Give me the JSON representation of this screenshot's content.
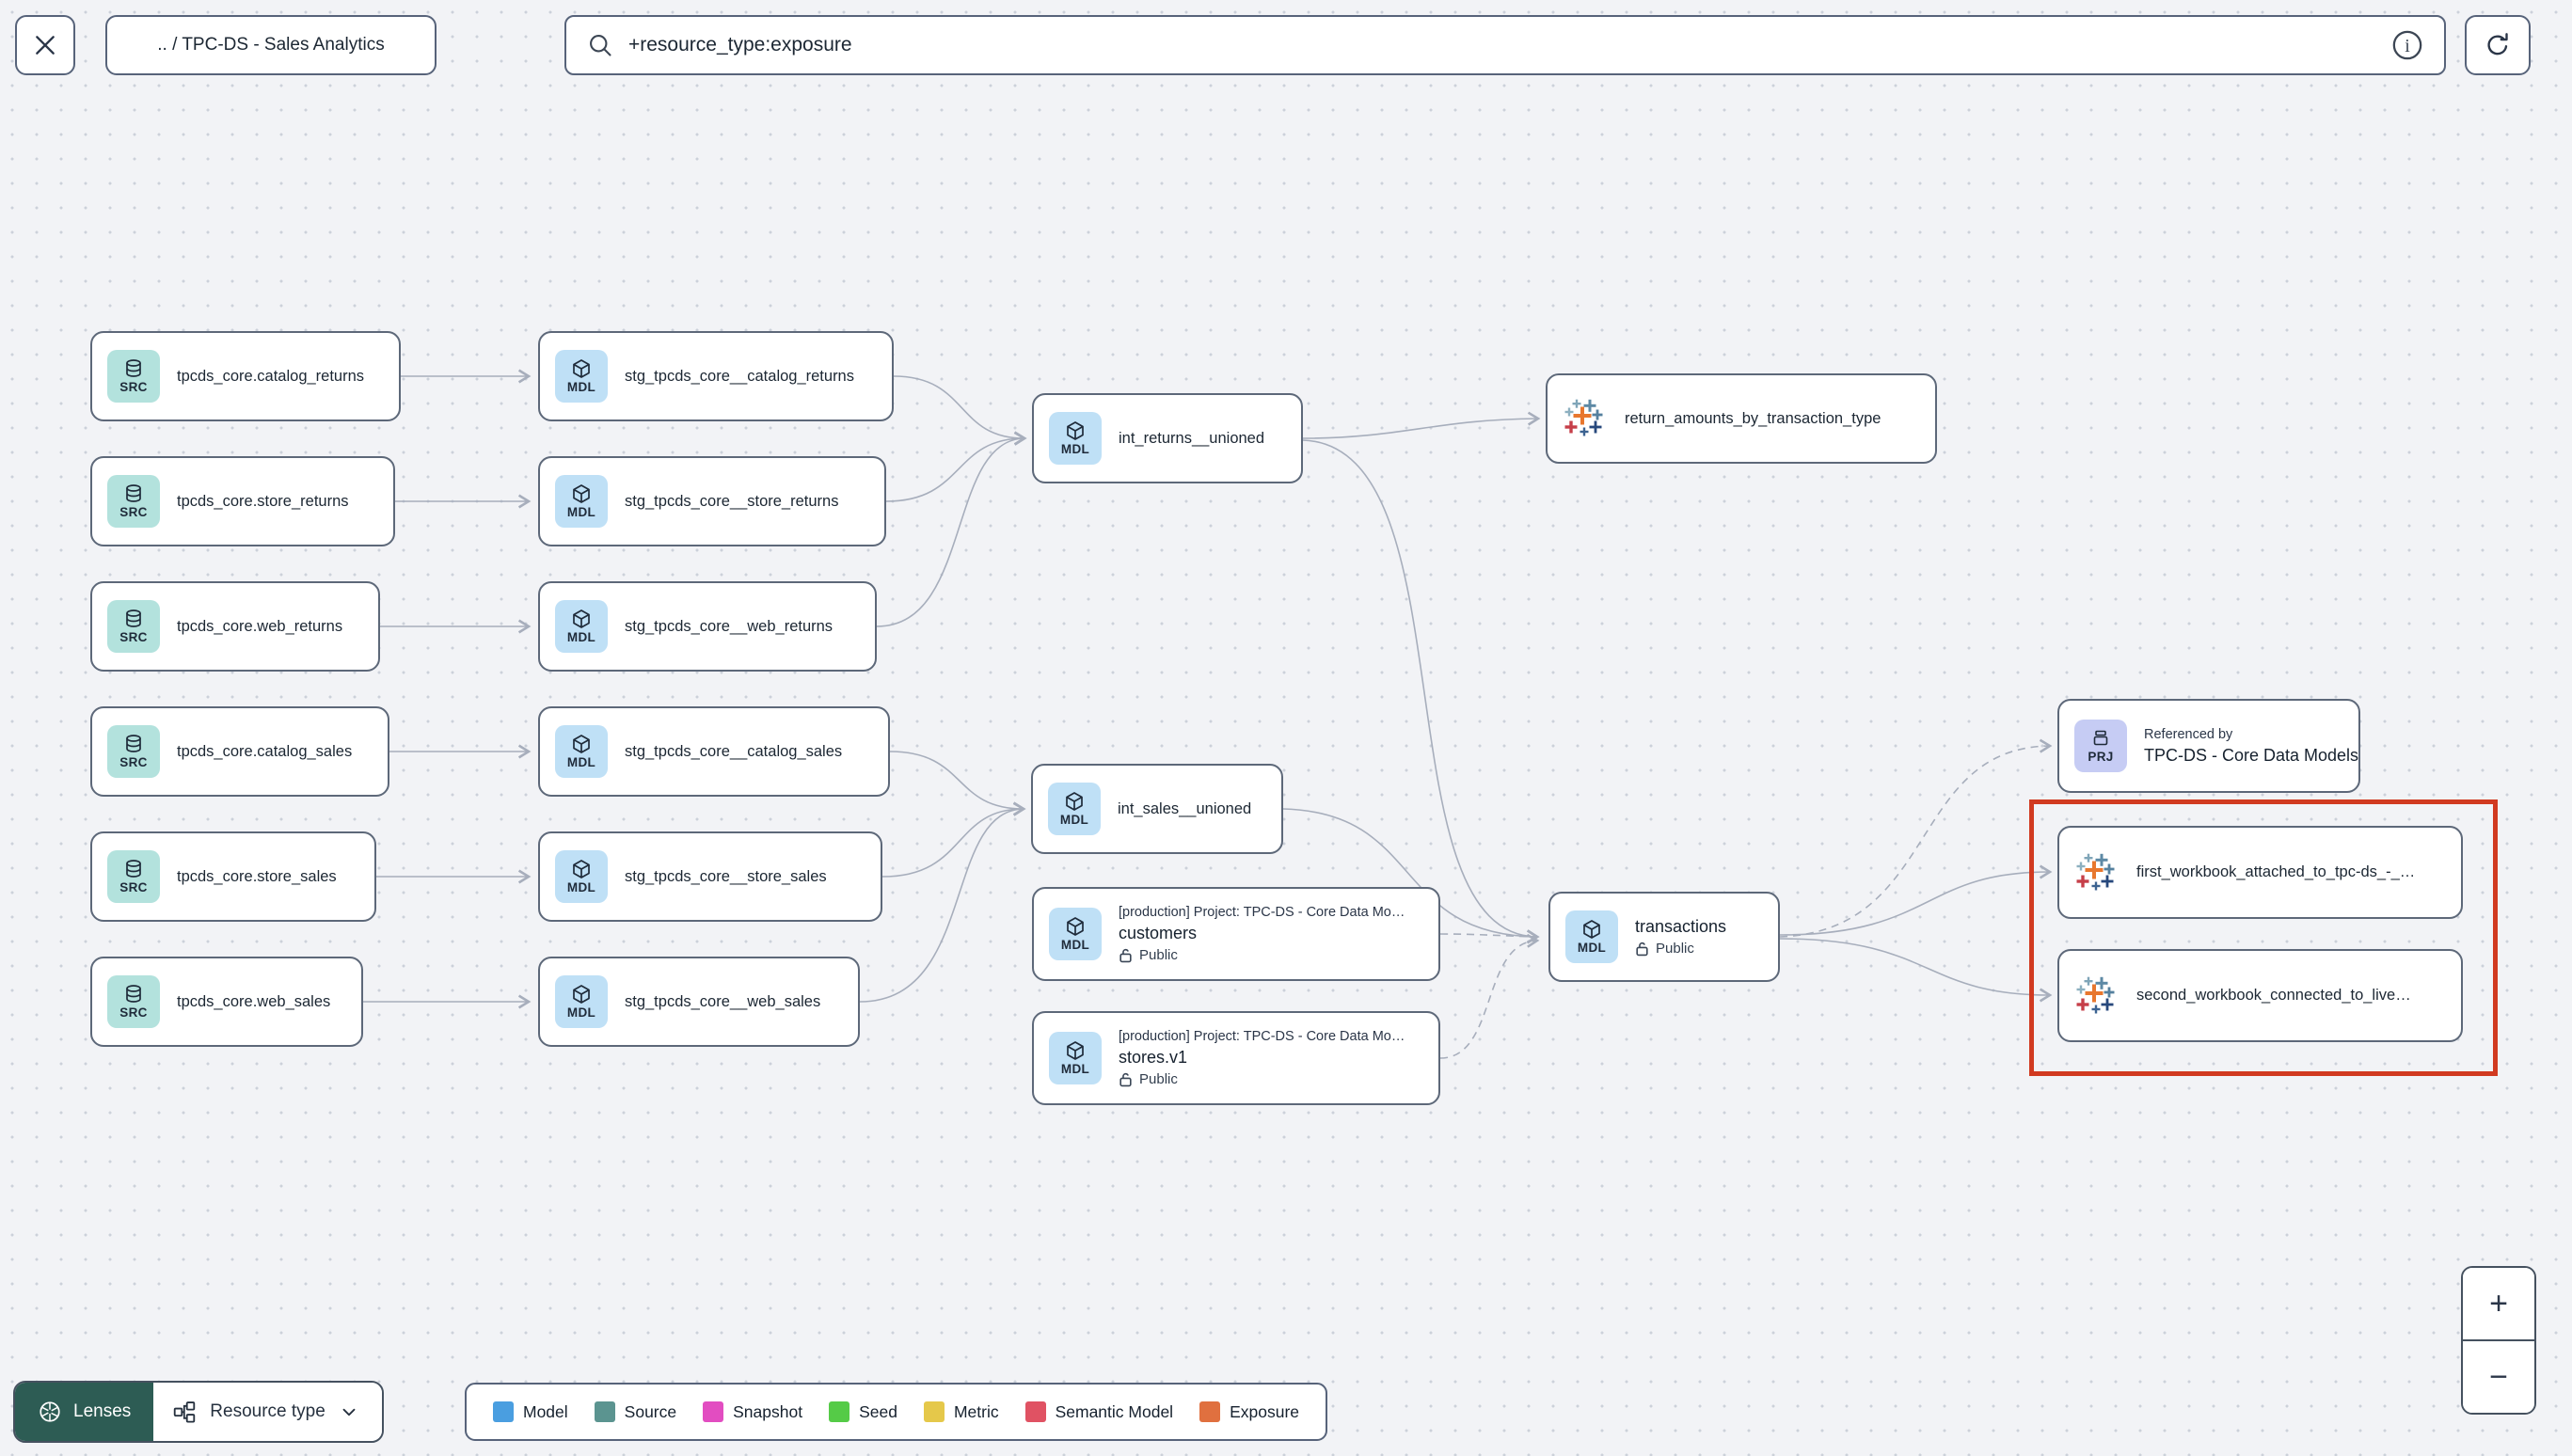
{
  "toolbar": {
    "breadcrumb": ".. / TPC-DS - Sales Analytics",
    "search_value": "+resource_type:exposure"
  },
  "badges": {
    "source": "SRC",
    "model": "MDL",
    "project": "PRJ"
  },
  "common": {
    "production_header": "[production] Project: TPC-DS - Core Data Mo…",
    "public_label": "Public",
    "referenced_by": "Referenced by"
  },
  "nodes": {
    "src": [
      "tpcds_core.catalog_returns",
      "tpcds_core.store_returns",
      "tpcds_core.web_returns",
      "tpcds_core.catalog_sales",
      "tpcds_core.store_sales",
      "tpcds_core.web_sales"
    ],
    "stg": [
      "stg_tpcds_core__catalog_returns",
      "stg_tpcds_core__store_returns",
      "stg_tpcds_core__web_returns",
      "stg_tpcds_core__catalog_sales",
      "stg_tpcds_core__store_sales",
      "stg_tpcds_core__web_sales"
    ],
    "int_returns": "int_returns__unioned",
    "int_sales": "int_sales__unioned",
    "customers": "customers",
    "stores": "stores.v1",
    "exposure_return": "return_amounts_by_transaction_type",
    "transactions": "transactions",
    "prj_name": "TPC-DS - Core Data Models",
    "workbook_1": "first_workbook_attached_to_tpc-ds_-_…",
    "workbook_2": "second_workbook_connected_to_live…"
  },
  "legend": {
    "items": [
      {
        "label": "Model",
        "color": "#4a9ee0"
      },
      {
        "label": "Source",
        "color": "#5b9490"
      },
      {
        "label": "Snapshot",
        "color": "#e24dc1"
      },
      {
        "label": "Seed",
        "color": "#55cb47"
      },
      {
        "label": "Metric",
        "color": "#e5c84a"
      },
      {
        "label": "Semantic Model",
        "color": "#e05263"
      },
      {
        "label": "Exposure",
        "color": "#e0703f"
      }
    ]
  },
  "controls": {
    "lenses": "Lenses",
    "resource_type": "Resource type",
    "zoom_in": "+",
    "zoom_out": "−"
  },
  "colors": {
    "highlight_border": "#d13a20",
    "edge": "#a7aebc",
    "source_badge_bg": "#b3e2dd",
    "model_badge_bg": "#bfe0f6",
    "project_badge_bg": "#c6ccf4",
    "lenses_button_bg": "#2d5c54"
  },
  "icons": {
    "close": "x-mark",
    "search": "magnifier",
    "info": "circled-i",
    "refresh": "circular-arrow",
    "database": "db-cylinder",
    "model": "cube",
    "project": "package-box",
    "public": "open-padlock",
    "exposure": "tableau-sparkle",
    "lenses": "aperture",
    "resource_type": "hierarchy-nodes",
    "chevron": "chevron-down"
  }
}
